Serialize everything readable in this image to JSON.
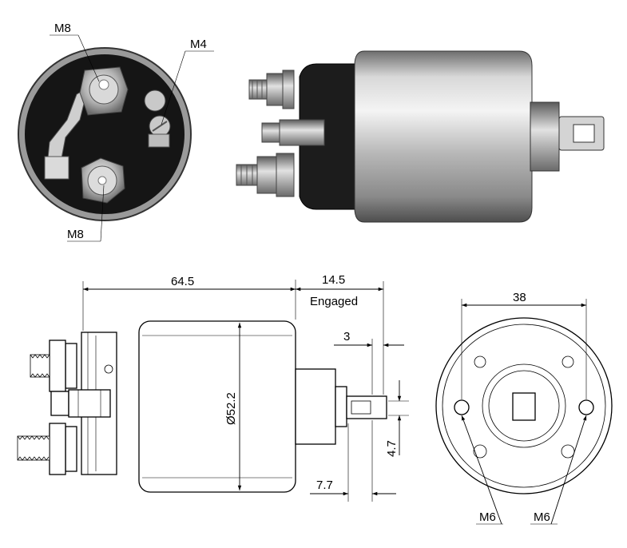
{
  "photo_end_view": {
    "label_main_stud_top": "M8",
    "label_control_terminal": "M4",
    "label_main_stud_bottom": "M8"
  },
  "drawing_side": {
    "dim_body_length": "64.5",
    "dim_engaged_travel": "14.5",
    "engaged_note": "Engaged",
    "dim_tab_thickness": "3",
    "dim_diameter": "Ø52.2",
    "dim_slot_height": "4.7",
    "dim_tab_length": "7.7"
  },
  "drawing_front": {
    "dim_mount_spacing": "38",
    "label_mount_left": "M6",
    "label_mount_right": "M6"
  },
  "colors": {
    "line": "#000000",
    "background": "#ffffff"
  }
}
